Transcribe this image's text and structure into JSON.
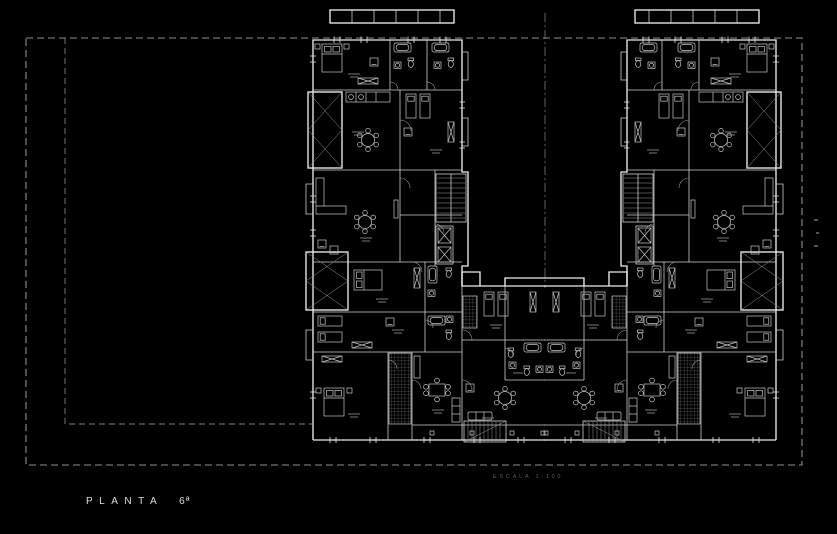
{
  "page": {
    "background": "#000000"
  },
  "colors": {
    "drawing_lines": "#ececec",
    "boundary_dashed": "#909090",
    "title_text": "#dcdcdc",
    "faint_note_text": "#5f5f5f"
  },
  "title_block": {
    "label": "PLANTA",
    "number": "6ª"
  },
  "notes": {
    "scale": "ESCALA 1:100"
  }
}
